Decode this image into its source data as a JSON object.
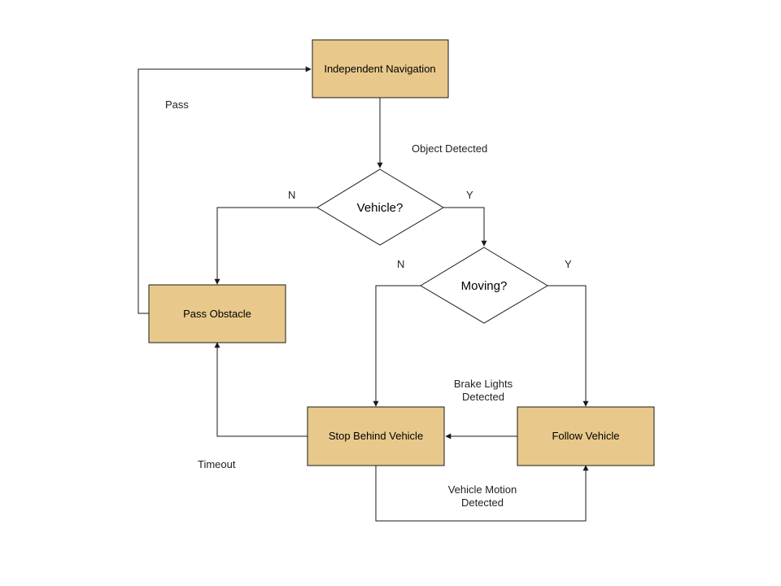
{
  "colors": {
    "box_fill": "#e8c98b",
    "stroke": "#1a1a1a",
    "background": "#ffffff"
  },
  "nodes": {
    "independent_navigation": "Independent Navigation",
    "vehicle_decision": "Vehicle?",
    "moving_decision": "Moving?",
    "pass_obstacle": "Pass Obstacle",
    "stop_behind_vehicle": "Stop Behind Vehicle",
    "follow_vehicle": "Follow Vehicle"
  },
  "labels": {
    "pass": "Pass",
    "object_detected": "Object Detected",
    "vehicle_n": "N",
    "vehicle_y": "Y",
    "moving_n": "N",
    "moving_y": "Y",
    "brake_lights_1": "Brake Lights",
    "brake_lights_2": "Detected",
    "timeout": "Timeout",
    "vehicle_motion_1": "Vehicle Motion",
    "vehicle_motion_2": "Detected"
  }
}
